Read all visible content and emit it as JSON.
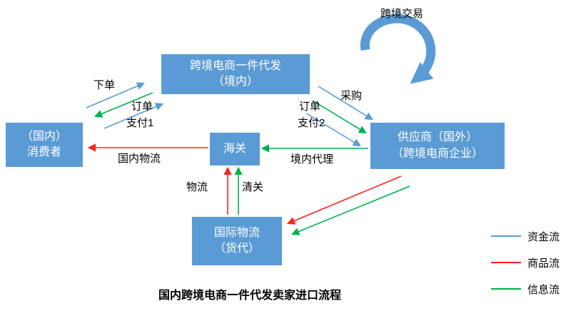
{
  "title": "国内跨境电商一件代发卖家进口流程",
  "nodes": {
    "platform": {
      "line1": "跨境电商一件代发",
      "line2": "（境内）"
    },
    "consumer": {
      "line1": "（国内）",
      "line2": "消费者"
    },
    "customs": {
      "line1": "海关"
    },
    "supplier": {
      "line1": "供应商（国外）",
      "line2": "（跨境电商企业）"
    },
    "logistics": {
      "line1": "国际物流",
      "line2": "（货代）"
    }
  },
  "labels": {
    "cross_border_trade": "跨境交易",
    "place_order": "下单",
    "order_1": "订单",
    "pay_1": "支付1",
    "purchase": "采购",
    "order_2": "订单",
    "pay_2": "支付2",
    "domestic_logistics": "国内物流",
    "domestic_agent": "境内代理",
    "logistics": "物流",
    "customs_clearance": "清关"
  },
  "legend": {
    "money": {
      "label": "资金流",
      "color": "#5B9BD5"
    },
    "goods": {
      "label": "商品流",
      "color": "#FF2020"
    },
    "info": {
      "label": "信息流",
      "color": "#00B050"
    }
  },
  "colors": {
    "node_fill": "#5B9BD5",
    "node_text": "#FFFFFF",
    "money_flow": "#5B9BD5",
    "goods_flow": "#FF2020",
    "info_flow": "#00B050"
  }
}
